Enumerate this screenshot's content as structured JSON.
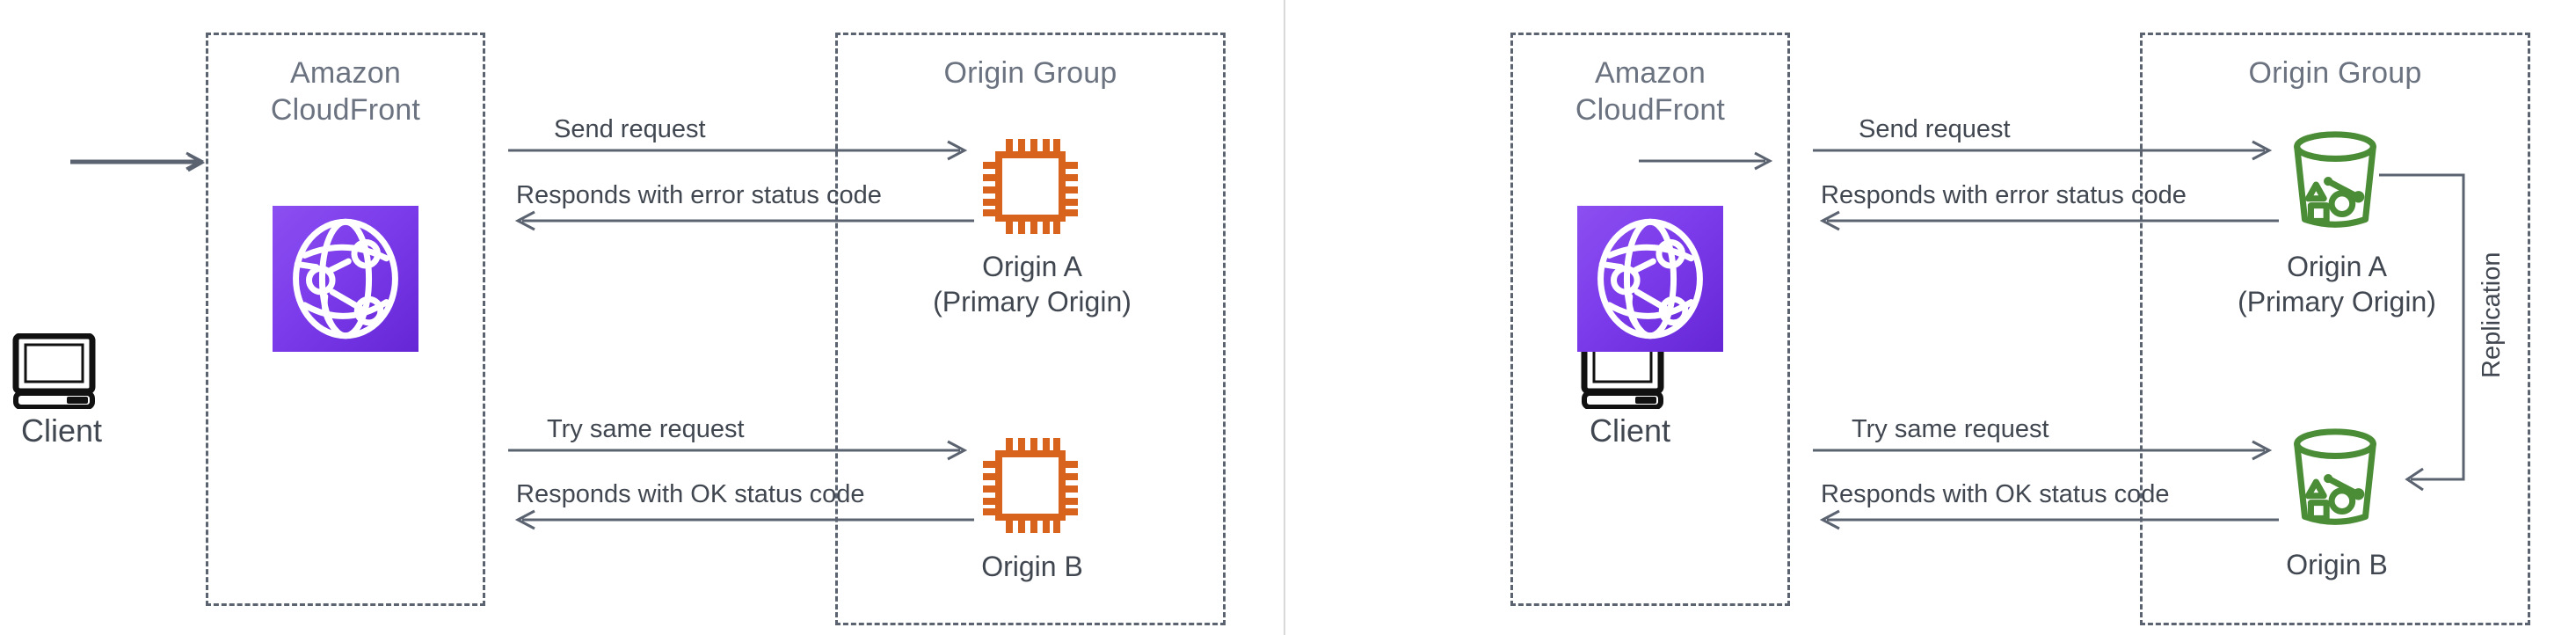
{
  "diagram": {
    "title": "CloudFront Origin Group failover",
    "colors": {
      "dash_border": "#5b6370",
      "title_gray": "#6b7280",
      "text_gray": "#414750",
      "arrow_gray": "#5b6370",
      "ec2_orange": "#D8631C",
      "s3_green": "#4B8C36",
      "cloudfront_purple": "#7C3CEB",
      "divider": "#d8d8d8"
    },
    "panels": [
      {
        "id": "panel-ec2",
        "client": {
          "label": "Client",
          "icon": "computer-icon"
        },
        "cloudfront": {
          "title": "Amazon\nCloudFront",
          "icon": "cloudfront-globe-icon"
        },
        "origin_group": {
          "title": "Origin Group",
          "origins": [
            {
              "id": "origin-a",
              "label": "Origin A\n(Primary Origin)",
              "icon": "ec2-chip-icon"
            },
            {
              "id": "origin-b",
              "label": "Origin B",
              "icon": "ec2-chip-icon"
            }
          ]
        },
        "flows": [
          {
            "id": "send-request",
            "label": "Send request",
            "direction": "right"
          },
          {
            "id": "error-response",
            "label": "Responds with error status code",
            "direction": "left"
          },
          {
            "id": "retry-request",
            "label": "Try same request",
            "direction": "right"
          },
          {
            "id": "ok-response",
            "label": "Responds with OK status code",
            "direction": "left"
          }
        ],
        "replication": null
      },
      {
        "id": "panel-s3",
        "client": {
          "label": "Client",
          "icon": "computer-icon"
        },
        "cloudfront": {
          "title": "Amazon\nCloudFront",
          "icon": "cloudfront-globe-icon"
        },
        "origin_group": {
          "title": "Origin Group",
          "origins": [
            {
              "id": "origin-a",
              "label": "Origin A\n(Primary Origin)",
              "icon": "s3-bucket-icon"
            },
            {
              "id": "origin-b",
              "label": "Origin B",
              "icon": "s3-bucket-icon"
            }
          ]
        },
        "flows": [
          {
            "id": "send-request",
            "label": "Send request",
            "direction": "right"
          },
          {
            "id": "error-response",
            "label": "Responds with error status code",
            "direction": "left"
          },
          {
            "id": "retry-request",
            "label": "Try same request",
            "direction": "right"
          },
          {
            "id": "ok-response",
            "label": "Responds with OK status code",
            "direction": "left"
          }
        ],
        "replication": {
          "label": "Replication",
          "from": "origin-a",
          "to": "origin-b"
        }
      }
    ]
  }
}
